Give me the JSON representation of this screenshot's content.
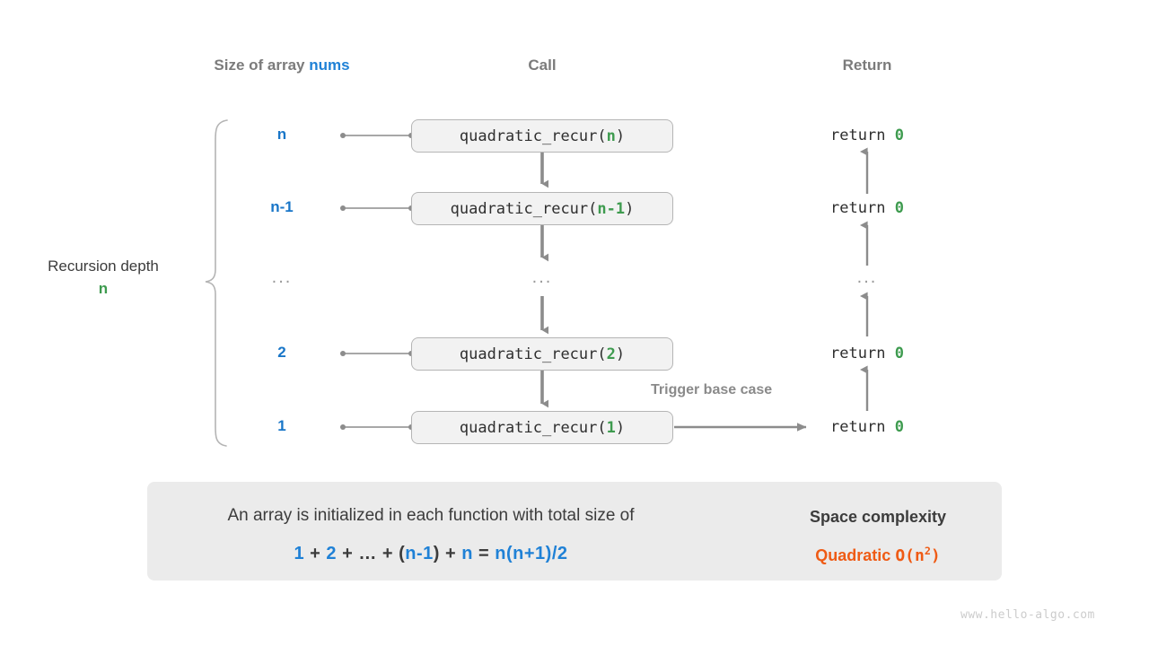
{
  "columns": {
    "size_label_prefix": "Size of array ",
    "size_label_var": "nums",
    "call": "Call",
    "return": "Return"
  },
  "depth": {
    "label": "Recursion depth",
    "value": "n"
  },
  "rows": [
    {
      "size": "n",
      "call_prefix": "quadratic_recur(",
      "call_arg": "n",
      "call_suffix": ")",
      "return": "return ",
      "return_value": "0"
    },
    {
      "size": "n-1",
      "call_prefix": "quadratic_recur(",
      "call_arg": "n-1",
      "call_suffix": ")",
      "return": "return ",
      "return_value": "0"
    },
    {
      "size": "...",
      "call_prefix": "...",
      "call_arg": "",
      "call_suffix": "",
      "return": "...",
      "return_value": ""
    },
    {
      "size": "2",
      "call_prefix": "quadratic_recur(",
      "call_arg": "2",
      "call_suffix": ")",
      "return": "return ",
      "return_value": "0"
    },
    {
      "size": "1",
      "call_prefix": "quadratic_recur(",
      "call_arg": "1",
      "call_suffix": ")",
      "return": "return ",
      "return_value": "0"
    }
  ],
  "trigger_note": "Trigger base case",
  "summary": {
    "description": "An array is initialized in each function with total size of",
    "formula_parts": [
      {
        "t": "1",
        "c": "blue"
      },
      {
        "t": " + ",
        "c": "dark"
      },
      {
        "t": "2",
        "c": "blue"
      },
      {
        "t": " + ",
        "c": "dark"
      },
      {
        "t": "…",
        "c": "dark"
      },
      {
        "t": " + ",
        "c": "dark"
      },
      {
        "t": "(",
        "c": "dark"
      },
      {
        "t": "n-1",
        "c": "blue"
      },
      {
        "t": ")",
        "c": "dark"
      },
      {
        "t": " + ",
        "c": "dark"
      },
      {
        "t": "n",
        "c": "blue"
      },
      {
        "t": " = ",
        "c": "dark"
      },
      {
        "t": "n(n+1)/2",
        "c": "blue"
      }
    ],
    "complexity_title": "Space complexity",
    "complexity_name": "Quadratic",
    "complexity_notation": "O(n",
    "complexity_exponent": "2",
    "complexity_notation_end": ")"
  },
  "watermark": "www.hello-algo.com",
  "colors": {
    "blue": "#1f81d6",
    "green": "#3e9b4f",
    "orange": "#ef5b15",
    "gray_text": "#7b7b7b",
    "dark_text": "#3c3c3c",
    "box_fill": "#f2f2f2",
    "box_border": "#b5b5b5",
    "panel_fill": "#ebebeb",
    "arrow_gray": "#8c8c8c",
    "light_arrow": "#c4c4c4"
  }
}
